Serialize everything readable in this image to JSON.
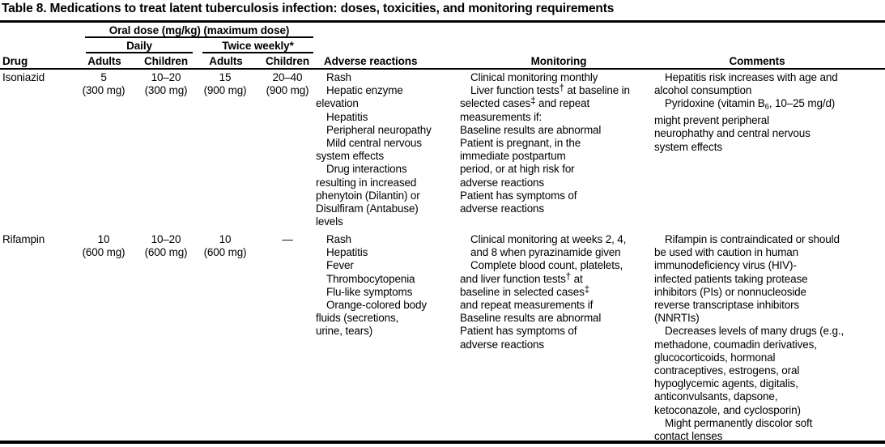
{
  "title": "Table 8. Medications to treat latent tuberculosis infection: doses, toxicities, and monitoring requirements",
  "header": {
    "oral_dose_group": "Oral dose (mg/kg) (maximum dose)",
    "daily_group": "Daily",
    "twice_weekly_group": "Twice weekly*",
    "drug": "Drug",
    "daily_adults": "Adults",
    "daily_children": "Children",
    "twice_adults": "Adults",
    "twice_children": "Children",
    "adverse_reactions": "Adverse reactions",
    "monitoring": "Monitoring",
    "comments": "Comments"
  },
  "rows": [
    {
      "drug": "Isoniazid",
      "daily_adults": "5\n(300 mg)",
      "daily_children": "10–20\n(300 mg)",
      "twice_adults": "15\n(900 mg)",
      "twice_children": "20–40\n(900 mg)",
      "adverse_reactions": [
        {
          "indent": 0,
          "text": "Rash"
        },
        {
          "indent": 0,
          "text": "Hepatic enzyme"
        },
        {
          "indent": 1,
          "text": "elevation"
        },
        {
          "indent": 0,
          "text": "Hepatitis"
        },
        {
          "indent": 0,
          "text": "Peripheral neuropathy"
        },
        {
          "indent": 0,
          "text": "Mild central nervous"
        },
        {
          "indent": 1,
          "text": "system effects"
        },
        {
          "indent": 0,
          "text": "Drug interactions"
        },
        {
          "indent": 1,
          "text": "resulting in increased"
        },
        {
          "indent": 1,
          "text": "phenytoin (Dilantin) or"
        },
        {
          "indent": 1,
          "text": "Disulfiram (Antabuse)"
        },
        {
          "indent": 1,
          "text": "levels"
        }
      ],
      "monitoring": [
        {
          "indent": 0,
          "text": "Clinical monitoring monthly"
        },
        {
          "indent": 0,
          "text": "Liver function tests† at baseline in"
        },
        {
          "indent": 1,
          "text": "selected cases‡ and repeat"
        },
        {
          "indent": 1,
          "text": "measurements if:"
        },
        {
          "indent": 2,
          "text": "Baseline results are abnormal"
        },
        {
          "indent": 2,
          "text": "Patient is pregnant, in the"
        },
        {
          "indent": 3,
          "text": "immediate postpartum"
        },
        {
          "indent": 3,
          "text": "period, or at high risk for"
        },
        {
          "indent": 3,
          "text": "adverse reactions"
        },
        {
          "indent": 2,
          "text": "Patient has symptoms of"
        },
        {
          "indent": 3,
          "text": "adverse reactions"
        }
      ],
      "comments": [
        {
          "indent": 0,
          "text": "Hepatitis risk increases with age and"
        },
        {
          "indent": 1,
          "text": "alcohol consumption"
        },
        {
          "indent": 0,
          "text": "Pyridoxine (vitamin B6, 10–25 mg/d)"
        },
        {
          "indent": 1,
          "text": "might prevent peripheral"
        },
        {
          "indent": 1,
          "text": "neurophathy and central nervous"
        },
        {
          "indent": 1,
          "text": "system effects"
        }
      ]
    },
    {
      "drug": "Rifampin",
      "daily_adults": "10\n(600 mg)",
      "daily_children": "10–20\n(600 mg)",
      "twice_adults": "10\n(600 mg)",
      "twice_children": "—",
      "adverse_reactions": [
        {
          "indent": 0,
          "text": "Rash"
        },
        {
          "indent": 0,
          "text": "Hepatitis"
        },
        {
          "indent": 0,
          "text": "Fever"
        },
        {
          "indent": 0,
          "text": "Thrombocytopenia"
        },
        {
          "indent": 0,
          "text": "Flu-like symptoms"
        },
        {
          "indent": 0,
          "text": "Orange-colored body"
        },
        {
          "indent": 1,
          "text": "fluids (secretions,"
        },
        {
          "indent": 1,
          "text": "urine, tears)"
        }
      ],
      "monitoring": [
        {
          "indent": 0,
          "text": "Clinical monitoring at weeks 2, 4,"
        },
        {
          "indent": 0,
          "text": "and 8 when pyrazinamide given"
        },
        {
          "indent": 0,
          "text": "Complete blood count, platelets,"
        },
        {
          "indent": 1,
          "text": "and liver function tests† at"
        },
        {
          "indent": 1,
          "text": "baseline in selected cases‡"
        },
        {
          "indent": 1,
          "text": "and repeat measurements if"
        },
        {
          "indent": 2,
          "text": "Baseline results are abnormal"
        },
        {
          "indent": 2,
          "text": "Patient has symptoms of"
        },
        {
          "indent": 3,
          "text": "adverse reactions"
        }
      ],
      "comments": [
        {
          "indent": 0,
          "text": "Rifampin is contraindicated or should"
        },
        {
          "indent": 1,
          "text": "be used with caution in human"
        },
        {
          "indent": 1,
          "text": "immunodeficiency virus (HIV)-"
        },
        {
          "indent": 1,
          "text": "infected patients taking protease"
        },
        {
          "indent": 1,
          "text": "inhibitors (PIs) or nonnucleoside"
        },
        {
          "indent": 1,
          "text": "reverse transcriptase inhibitors"
        },
        {
          "indent": 1,
          "text": "(NNRTIs)"
        },
        {
          "indent": 0,
          "text": "Decreases levels of many drugs (e.g.,"
        },
        {
          "indent": 1,
          "text": "methadone, coumadin derivatives,"
        },
        {
          "indent": 1,
          "text": "glucocorticoids, hormonal"
        },
        {
          "indent": 1,
          "text": "contraceptives, estrogens, oral"
        },
        {
          "indent": 1,
          "text": "hypoglycemic agents, digitalis,"
        },
        {
          "indent": 1,
          "text": "anticonvulsants, dapsone,"
        },
        {
          "indent": 1,
          "text": "ketoconazole, and cyclosporin)"
        },
        {
          "indent": 0,
          "text": "Might permanently discolor soft"
        },
        {
          "indent": 1,
          "text": "contact lenses"
        }
      ]
    }
  ]
}
